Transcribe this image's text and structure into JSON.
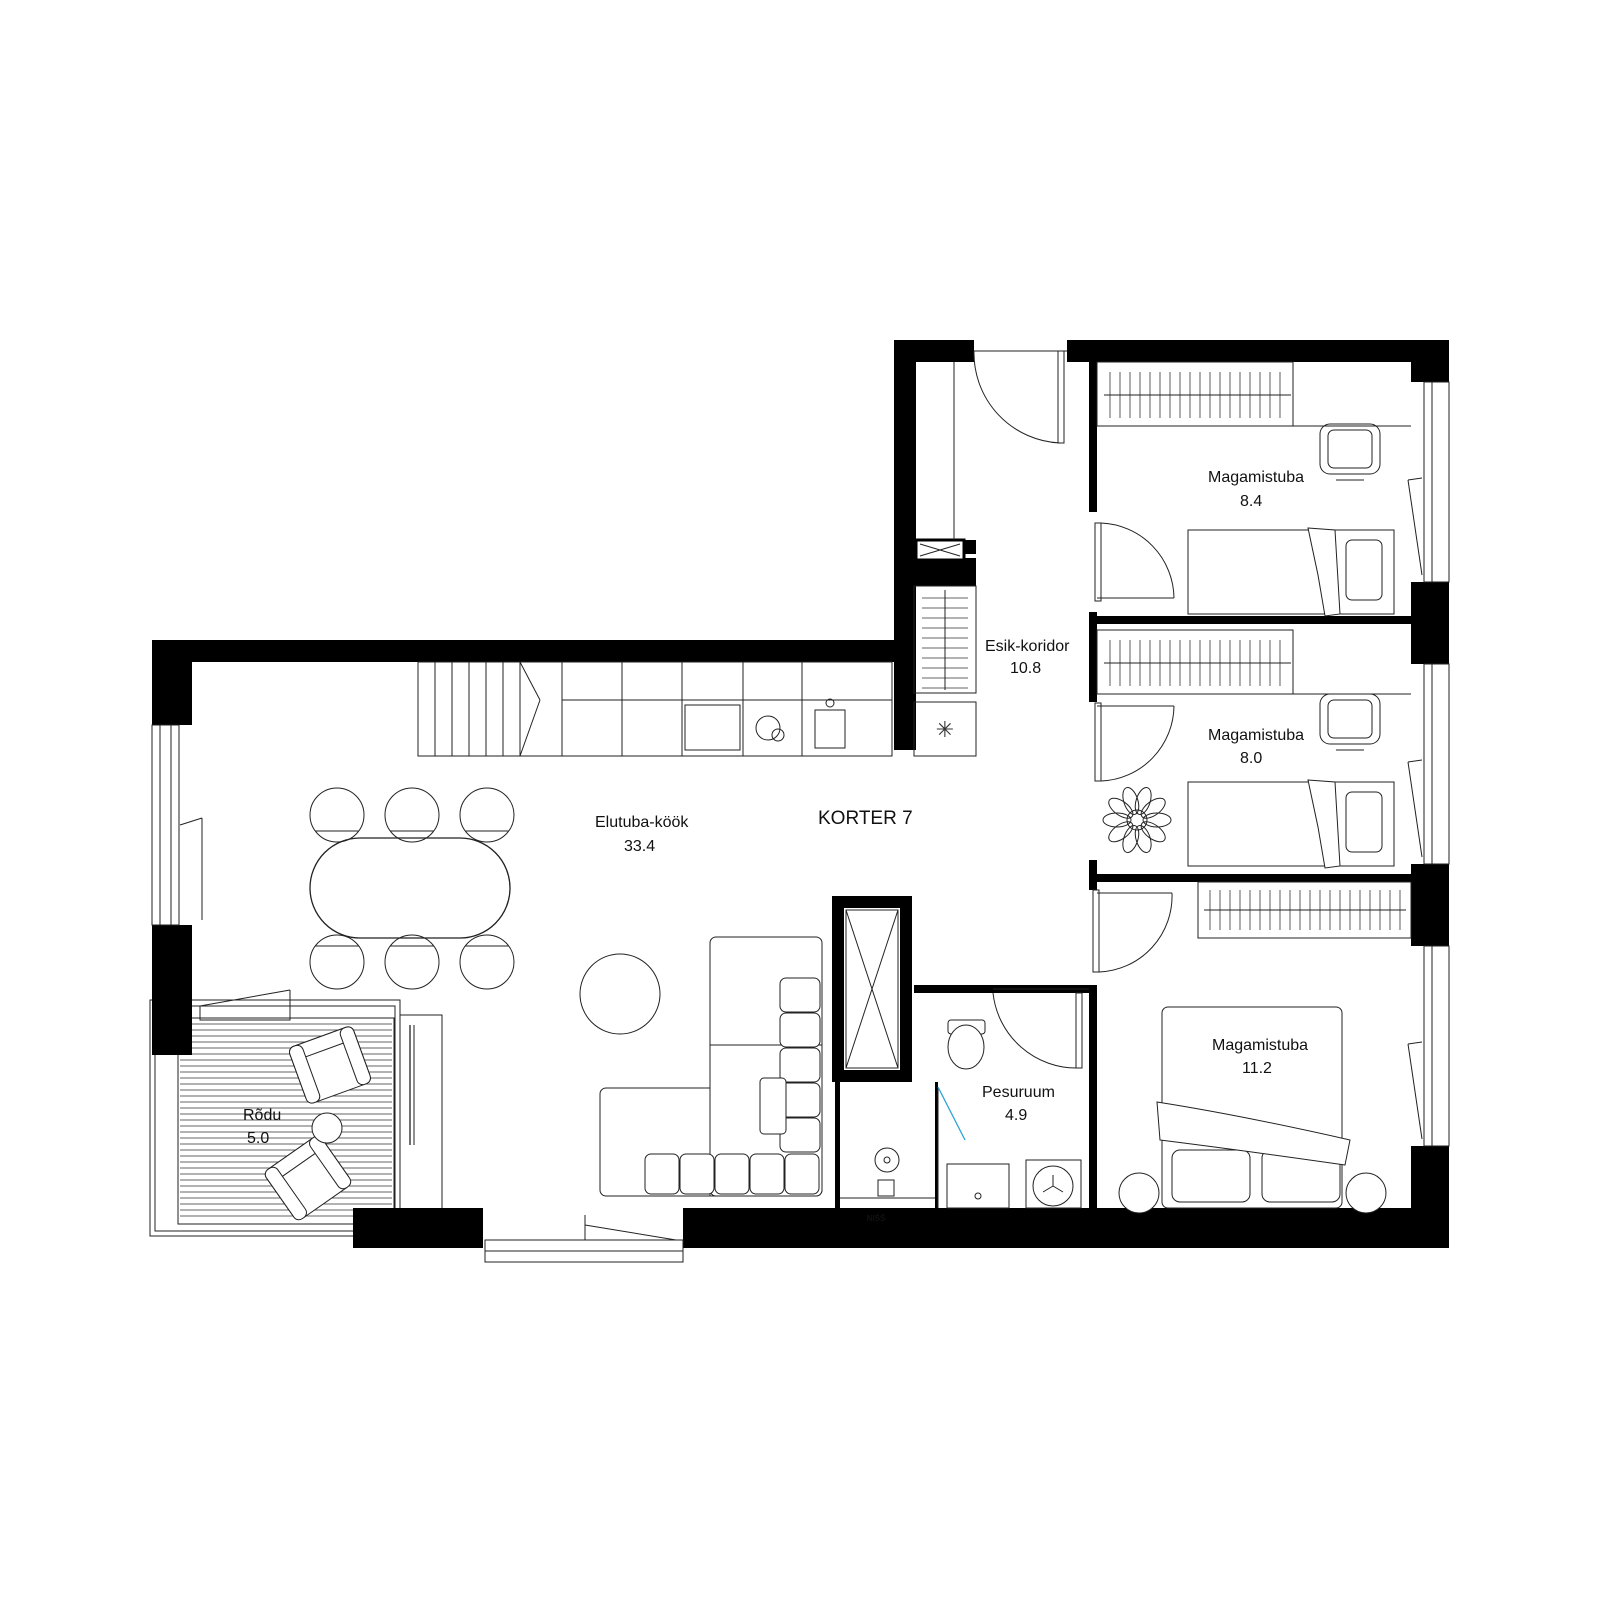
{
  "apartment": {
    "title": "KORTER 7"
  },
  "rooms": [
    {
      "id": "elutuba",
      "name": "Elutuba-köök",
      "area": "33.4"
    },
    {
      "id": "esik",
      "name": "Esik-koridor",
      "area": "10.8"
    },
    {
      "id": "mag1",
      "name": "Magamistuba",
      "area": "8.4"
    },
    {
      "id": "mag2",
      "name": "Magamistuba",
      "area": "8.0"
    },
    {
      "id": "mag3",
      "name": "Magamistuba",
      "area": "11.2"
    },
    {
      "id": "pesuruum",
      "name": "Pesuruum",
      "area": "4.9"
    },
    {
      "id": "rodu",
      "name": "Rõdu",
      "area": "5.0"
    }
  ],
  "labels": {
    "niche": "NIŠŠ"
  },
  "colors": {
    "wall": "#000000",
    "line": "#222222",
    "door_accent": "#29a3d6"
  }
}
